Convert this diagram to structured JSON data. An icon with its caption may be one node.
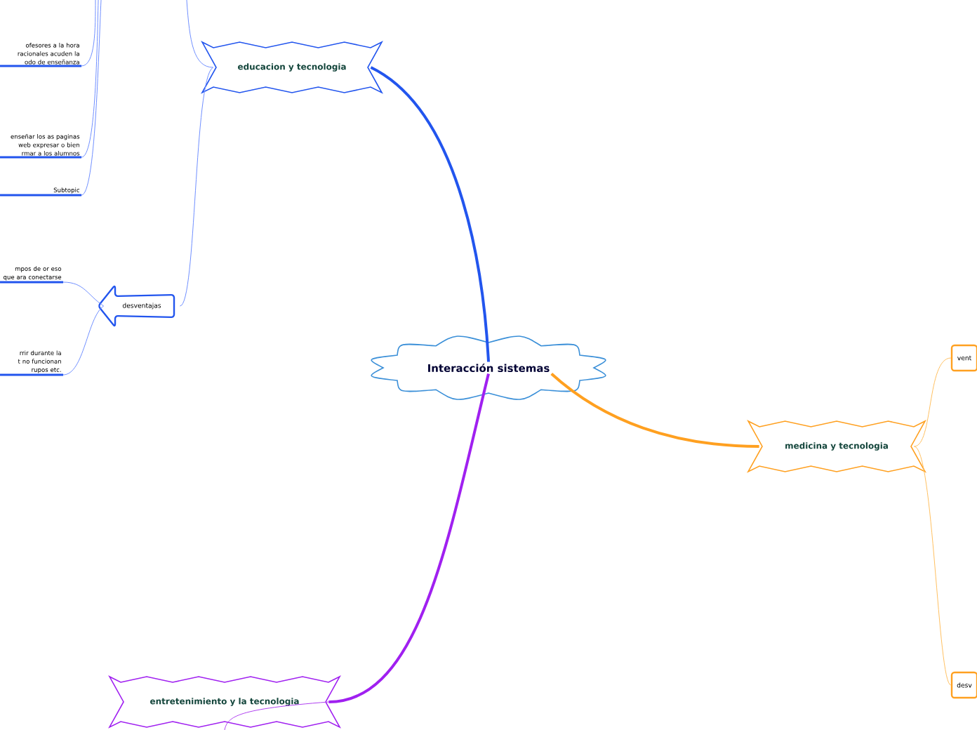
{
  "diagram": {
    "nodes": [
      {
        "text": [
          "Interacción sistemas"
        ]
      },
      {
        "text": [
          "educacion y tecnologia"
        ]
      },
      {
        "text": [
          "ofesores a la hora racionales acuden la odo de enseñanza"
        ]
      },
      {
        "text": [
          "enseñar los as paginas web expresar o bien rmar a los alumnos"
        ]
      },
      {
        "text": [
          "Subtopic"
        ]
      },
      {
        "text": [
          "desventajas"
        ]
      },
      {
        "text": [
          "mpos de or eso que ara conectarse"
        ]
      },
      {
        "text": [
          "rrir durante la t no funcionan rupos etc."
        ]
      },
      {
        "text": [
          "medicina y tecnologia"
        ]
      },
      {
        "text": [
          "vent"
        ]
      },
      {
        "text": [
          "desv"
        ]
      },
      {
        "text": [
          "entretenimiento y la tecnologia"
        ]
      }
    ],
    "edges": [
      {
        "from": 0,
        "to": 1,
        "arrow": "none",
        "style": "thick",
        "color": "#2255ee"
      },
      {
        "from": 0,
        "to": 8,
        "arrow": "none",
        "style": "thick",
        "color": "#ffa020"
      },
      {
        "from": 0,
        "to": 11,
        "arrow": "none",
        "style": "thick",
        "color": "#a020f0"
      },
      {
        "from": 1,
        "to": null,
        "arrow": "none",
        "color": "#6f8fff"
      },
      {
        "from": 1,
        "to": 5,
        "arrow": "none",
        "color": "#6f8fff"
      },
      {
        "from": null,
        "to": 2,
        "arrow": "none",
        "color": "#6f8fff"
      },
      {
        "from": null,
        "to": 3,
        "arrow": "none",
        "color": "#6f8fff"
      },
      {
        "from": null,
        "to": 4,
        "arrow": "none",
        "color": "#6f8fff"
      },
      {
        "from": 5,
        "to": 6,
        "arrow": "none",
        "color": "#6f8fff"
      },
      {
        "from": 5,
        "to": 7,
        "arrow": "none",
        "color": "#6f8fff"
      },
      {
        "from": 8,
        "to": 9,
        "arrow": "none",
        "color": "#ffc060"
      },
      {
        "from": 8,
        "to": 10,
        "arrow": "none",
        "color": "#ffc060"
      },
      {
        "from": 11,
        "to": null,
        "arrow": "none",
        "color": "#b040f0"
      }
    ]
  }
}
